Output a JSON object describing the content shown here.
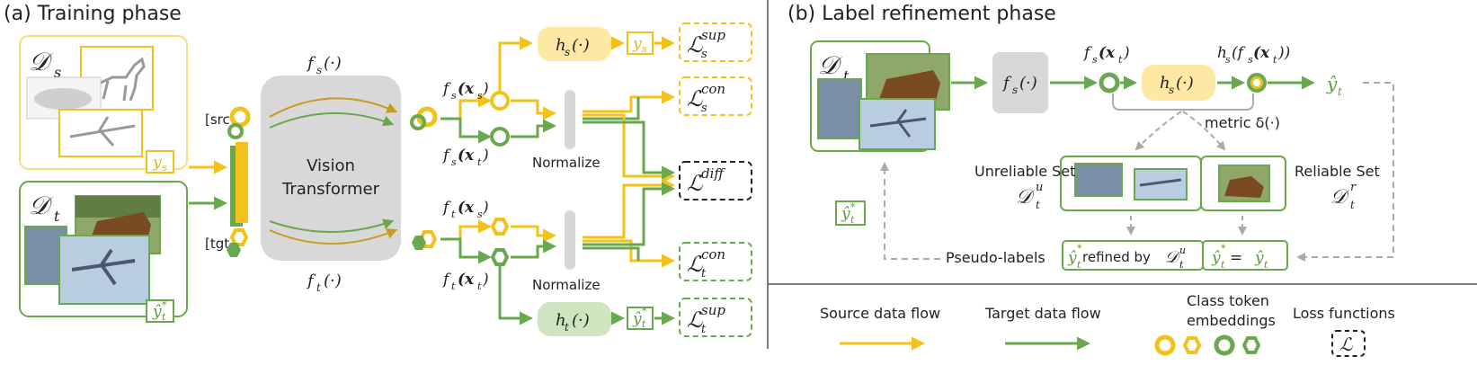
{
  "colors": {
    "source": "#f2c21b",
    "target": "#6aa84f",
    "gray": "#d6d6d6",
    "dash_gray": "#aaaaaa",
    "source_fill_light": "#fde8a6",
    "target_fill_light": "#cfe5c0"
  },
  "panel_a": {
    "title": "(a) Training phase",
    "src_label": "[src]",
    "tgt_label": "[tgt]",
    "ds": "𝒟",
    "ds_sub": "s",
    "dt": "𝒟",
    "dt_sub": "t",
    "ys": "y",
    "ys_sub": "s",
    "yhat_star": "ŷ",
    "yhat_sub": "t",
    "yhat_sup": "*",
    "vit_line1": "Vision",
    "vit_line2": "Transformer",
    "fs_top": "f",
    "fs_top_sub": "s",
    "fs_top_arg": "(·)",
    "ft_bot": "f",
    "ft_bot_sub": "t",
    "ft_bot_arg": "(·)",
    "fs_xs": "f",
    "fs_xs_sub": "s",
    "fs_xs_arg": "(x",
    "fs_xs_arg_sub": "s",
    "fs_xt": "f",
    "fs_xt_sub": "s",
    "fs_xt_arg": "(x",
    "fs_xt_arg_sub": "t",
    "ft_xs": "f",
    "ft_xs_sub": "t",
    "ft_xs_arg": "(x",
    "ft_xs_arg_sub": "s",
    "ft_xt": "f",
    "ft_xt_sub": "t",
    "ft_xt_arg": "(x",
    "ft_xt_arg_sub": "t",
    "normalize_1": "Normalize",
    "normalize_2": "Normalize",
    "hs": "h",
    "hs_sub": "s",
    "hs_arg": "(·)",
    "ht": "h",
    "ht_sub": "t",
    "ht_arg": "(·)",
    "loss_s_sup": "ℒ",
    "loss_s_sup_sub": "s",
    "loss_s_sup_sup": "sup",
    "loss_s_con": "ℒ",
    "loss_s_con_sub": "s",
    "loss_s_con_sup": "con",
    "loss_diff": "ℒ",
    "loss_diff_sup": "diff",
    "loss_t_con": "ℒ",
    "loss_t_con_sub": "t",
    "loss_t_con_sup": "con",
    "loss_t_sup": "ℒ",
    "loss_t_sup_sub": "t",
    "loss_t_sup_sup": "sup"
  },
  "panel_b": {
    "title": "(b) Label refinement phase",
    "dt": "𝒟",
    "dt_sub": "t",
    "fs_box": "f",
    "fs_box_sub": "s",
    "fs_box_arg": "(·)",
    "fs_xt": "f",
    "fs_xt_sub": "s",
    "fs_xt_arg": "(x",
    "fs_xt_arg_sub": "t",
    "hs_box": "h",
    "hs_box_sub": "s",
    "hs_box_arg": "(·)",
    "hs_fs": "h",
    "hs_fs_sub": "s",
    "hs_fs_mid": "(f",
    "hs_fs_mid_sub": "s",
    "hs_fs_arg": "(x",
    "hs_fs_arg_sub": "t",
    "hs_fs_end": "))",
    "yhat": "ŷ",
    "yhat_sub": "t",
    "metric": "metric δ(·)",
    "unreliable_label": "Unreliable Set",
    "unreliable_sym": "𝒟",
    "unreliable_sub": "t",
    "unreliable_sup": "u",
    "reliable_label": "Reliable Set",
    "reliable_sym": "𝒟",
    "reliable_sub": "t",
    "reliable_sup": "r",
    "yhat_star": "ŷ",
    "yhat_star_sub": "t",
    "yhat_star_sup": "*",
    "pseudo_labels": "Pseudo-labels",
    "refined_prefix": "ŷ",
    "refined_text": " refined by ",
    "refined_set": "𝒟",
    "eq_left": "ŷ",
    "eq_mid": " = ",
    "eq_right": "ŷ"
  },
  "legend": {
    "source_flow": "Source data flow",
    "target_flow": "Target data flow",
    "class_token_line1": "Class token",
    "class_token_line2": "embeddings",
    "loss_functions": "Loss functions",
    "loss_symbol": "ℒ"
  }
}
